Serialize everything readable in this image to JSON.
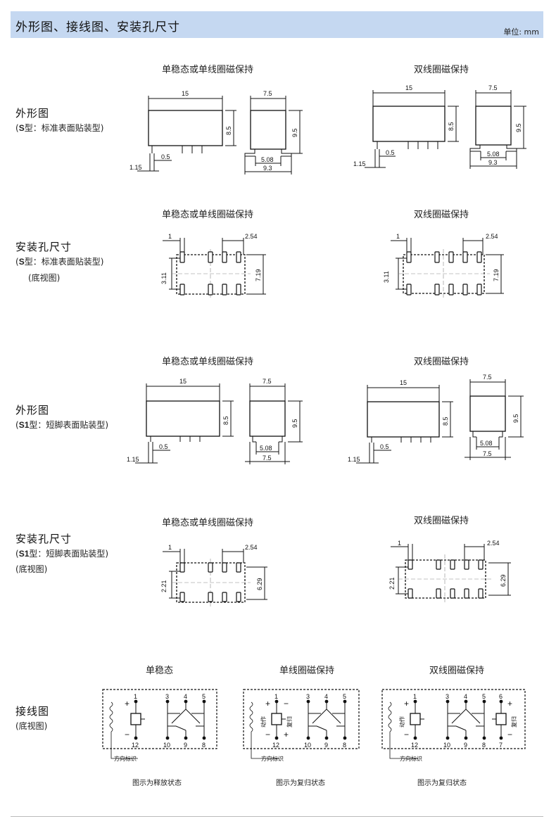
{
  "header": {
    "title": "外形图、接线图、安装孔尺寸",
    "unit": "单位: mm"
  },
  "captions": {
    "single": "单稳态或单线圈磁保持",
    "double": "双线圈磁保持"
  },
  "sections": [
    {
      "title": "外形图",
      "sub_bold": "S",
      "sub_rest": "型：标准表面贴装型",
      "extra": ""
    },
    {
      "title": "安装孔尺寸",
      "sub_bold": "S",
      "sub_rest": "型：标准表面贴装型",
      "extra": "(底视图)"
    },
    {
      "title": "外形图",
      "sub_bold": "S1",
      "sub_rest": "型：短脚表面贴装型",
      "extra": ""
    },
    {
      "title": "安装孔尺寸",
      "sub_bold": "S1",
      "sub_rest": "型：短脚表面贴装型",
      "extra": "(底视图)"
    },
    {
      "title": "接线图",
      "sub_bold": "",
      "sub_rest": "",
      "extra": "(底视图)"
    }
  ],
  "dims": {
    "length": "15",
    "width": "7.5",
    "height_body": "8.5",
    "height_total": "9.5",
    "pin_offset": "0.5",
    "pin_gap": "1.15",
    "pitch": "5.08",
    "foot_s": "9.3",
    "foot_s1": "7.5",
    "hole_1": "1",
    "hole_pitch": "2.54",
    "hole_row_s": "7.19",
    "hole_off_s": "3.11",
    "hole_row_s1": "6.29",
    "hole_off_s1": "2.21"
  },
  "wiring": {
    "titles": [
      "单稳态",
      "单线圈磁保持",
      "双线圈磁保持"
    ],
    "notes": [
      "图示为释放状态",
      "图示为复归状态",
      "图示为复归状态"
    ],
    "direction_label": "方向标识",
    "action_label": "动作",
    "reset_label": "复归",
    "pins_top": [
      "3",
      "4",
      "5"
    ],
    "pins_bottom": [
      "10",
      "9",
      "8"
    ],
    "coil_top": "1",
    "coil_bottom": "12",
    "coil2_top": "6",
    "coil2_bottom": "7",
    "plus": "+",
    "minus": "−"
  }
}
